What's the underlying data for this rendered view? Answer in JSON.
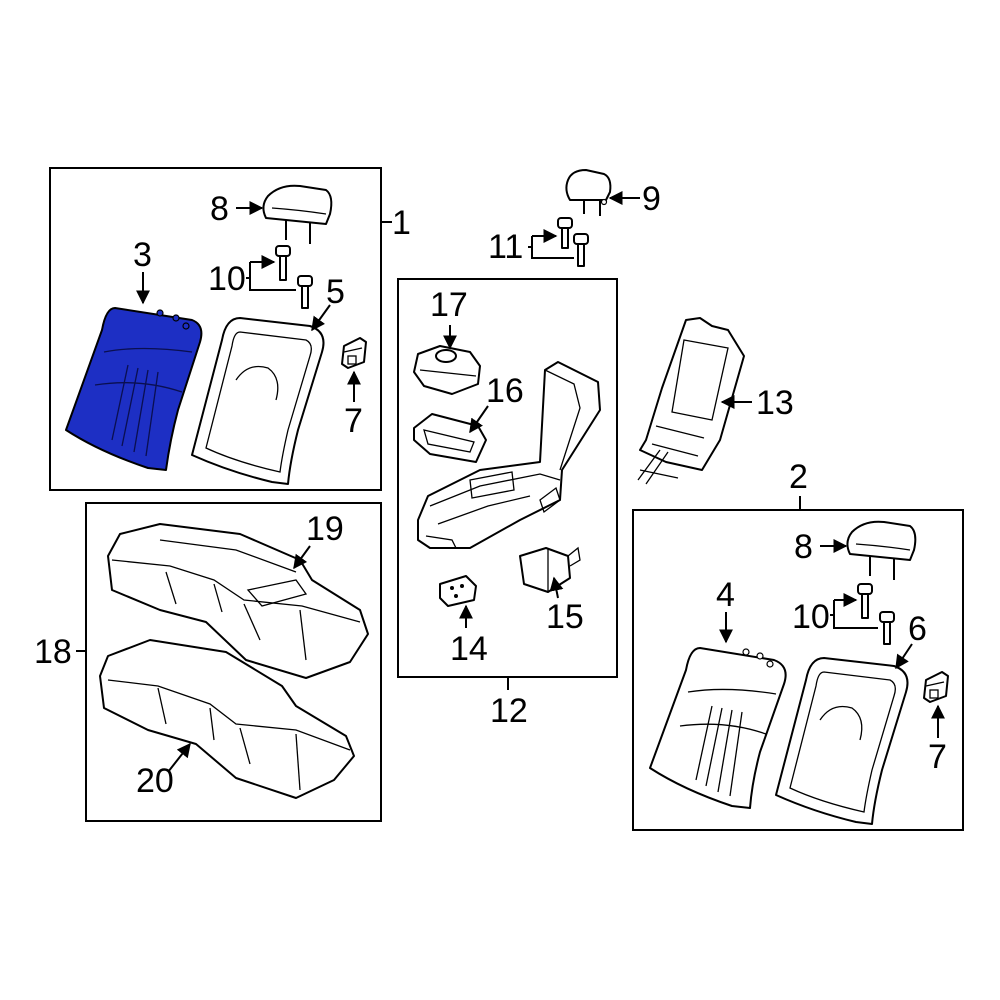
{
  "diagram": {
    "highlight_color": "#1d2fc4",
    "callouts": {
      "c1": "1",
      "c2": "2",
      "c3": "3",
      "c4": "4",
      "c5": "5",
      "c6": "6",
      "c7a": "7",
      "c7b": "7",
      "c8a": "8",
      "c8b": "8",
      "c9": "9",
      "c10a": "10",
      "c10b": "10",
      "c11": "11",
      "c12": "12",
      "c13": "13",
      "c14": "14",
      "c15": "15",
      "c16": "16",
      "c17": "17",
      "c18": "18",
      "c19": "19",
      "c20": "20"
    }
  }
}
